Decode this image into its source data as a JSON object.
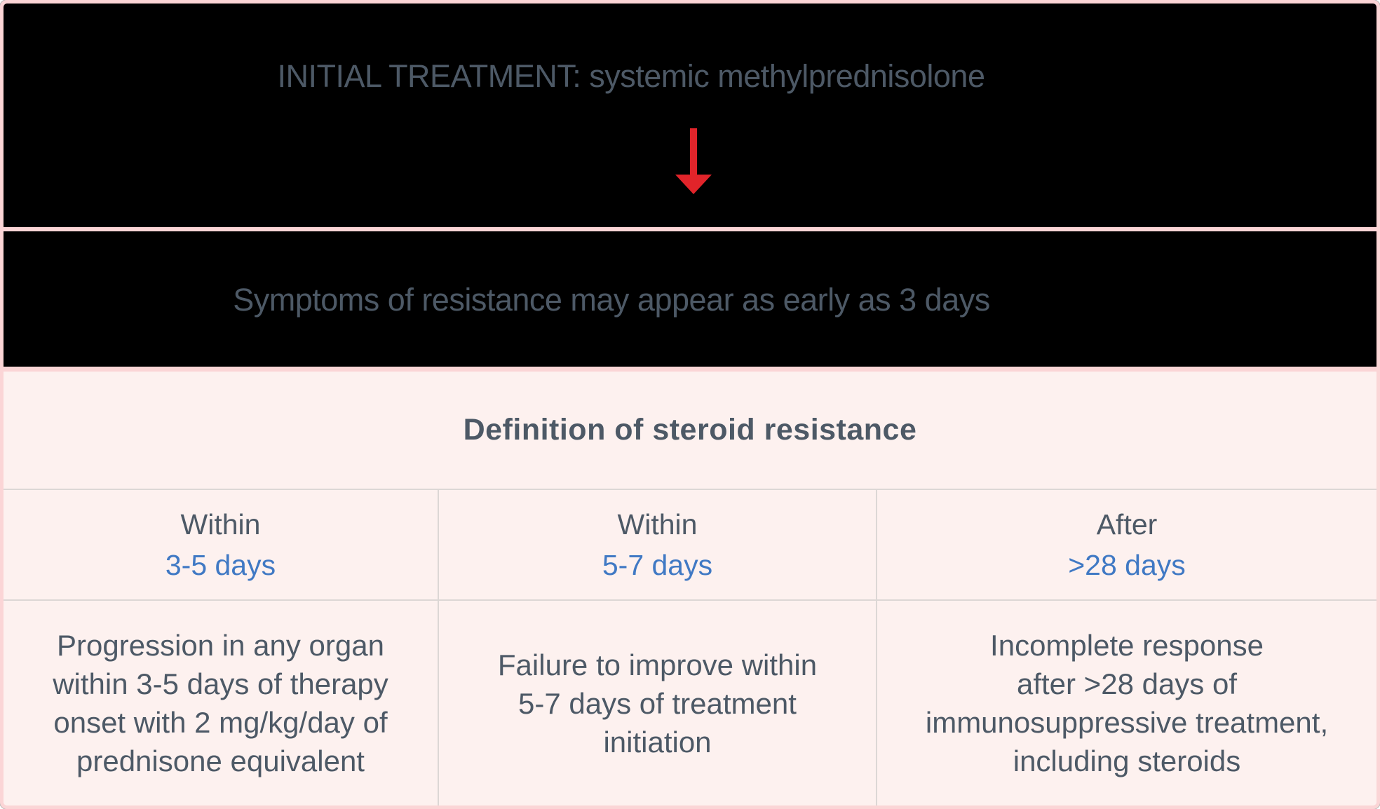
{
  "colors": {
    "background_black": "#000000",
    "background_pink": "#fdf1ef",
    "border_pink": "#fbd5d6",
    "grid_line": "#dcd7d5",
    "text_slate": "#4d5966",
    "text_blue": "#4079c4",
    "arrow_red": "#e1242a"
  },
  "flow": {
    "step1_title": "INITIAL TREATMENT: systemic methylprednisolone",
    "arrow_icon": "down-arrow",
    "step2_text": "Symptoms of resistance may appear as early as 3 days"
  },
  "definition": {
    "heading": "Definition of steroid resistance",
    "columns": [
      {
        "timing_label": "Within",
        "timing_value": "3-5 days",
        "description": "Progression in any organ\nwithin 3-5 days of therapy\nonset with 2 mg/kg/day of\nprednisone equivalent"
      },
      {
        "timing_label": "Within",
        "timing_value": "5-7 days",
        "description": "Failure to improve within\n5-7 days of treatment\ninitiation"
      },
      {
        "timing_label": "After",
        "timing_value": ">28 days",
        "description": "Incomplete response\nafter >28 days of\nimmunosuppressive treatment,\nincluding steroids"
      }
    ]
  }
}
